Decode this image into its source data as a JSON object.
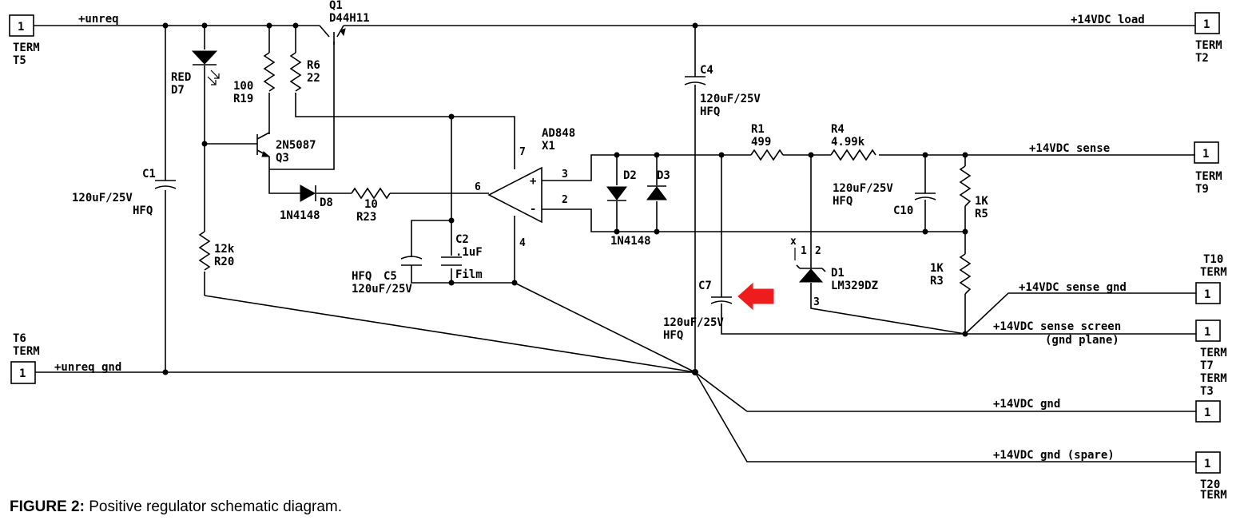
{
  "figure": {
    "caption_label": "FIGURE 2:",
    "caption_text": " Positive regulator schematic diagram."
  },
  "terminals": [
    {
      "id": "T5",
      "pin": "1",
      "term": "TERM",
      "name": "T5",
      "net": "+unreq"
    },
    {
      "id": "T6",
      "pin": "1",
      "term": "TERM",
      "name": "T6",
      "net": "+unreq gnd"
    },
    {
      "id": "T2",
      "pin": "1",
      "term": "TERM",
      "name": "T2",
      "net": "+14VDC load"
    },
    {
      "id": "T9",
      "pin": "1",
      "term": "TERM",
      "name": "T9",
      "net": "+14VDC sense"
    },
    {
      "id": "T10",
      "pin": "1",
      "term": "TERM",
      "name": "T10",
      "net": "+14VDC sense gnd"
    },
    {
      "id": "T7",
      "pin": "1",
      "term": "TERM",
      "name": "T7",
      "net": "+14VDC sense screen"
    },
    {
      "id": "T3",
      "pin": "1",
      "term": "TERM",
      "name": "T3",
      "net": "+14VDC gnd"
    },
    {
      "id": "T20",
      "pin": "1",
      "term": "TERM",
      "name": "T20",
      "net": "+14VDC gnd (spare)"
    }
  ],
  "net_notes": {
    "gnd_plane": "(gnd plane)"
  },
  "components": {
    "Q1": {
      "ref": "Q1",
      "part": "D44H11"
    },
    "Q3": {
      "ref": "Q3",
      "part": "2N5087"
    },
    "D7": {
      "ref": "D7",
      "part": "RED"
    },
    "R19": {
      "ref": "R19",
      "value": "100"
    },
    "R6": {
      "ref": "R6",
      "value": "22"
    },
    "C1": {
      "ref": "C1",
      "value": "120uF/25V",
      "type": "HFQ"
    },
    "R20": {
      "ref": "R20",
      "value": "12k"
    },
    "D8": {
      "ref": "D8",
      "part": "1N4148"
    },
    "R23": {
      "ref": "R23",
      "value": "10"
    },
    "C2": {
      "ref": "C2",
      "value": ".1uF",
      "type": "Film"
    },
    "C5": {
      "ref": "C5",
      "value": "120uF/25V",
      "type": "HFQ"
    },
    "X1": {
      "ref": "X1",
      "part": "AD848",
      "pins": [
        "7",
        "6",
        "4",
        "3",
        "2"
      ]
    },
    "D2": {
      "ref": "D2"
    },
    "D3": {
      "ref": "D3"
    },
    "D2D3": {
      "part": "1N4148"
    },
    "C4": {
      "ref": "C4",
      "value": "120uF/25V",
      "type": "HFQ"
    },
    "R1": {
      "ref": "R1",
      "value": "499"
    },
    "R4": {
      "ref": "R4",
      "value": "4.99k"
    },
    "C10": {
      "ref": "C10",
      "value": "120uF/25V",
      "type": "HFQ"
    },
    "R5": {
      "ref": "R5",
      "value": "1K"
    },
    "R3": {
      "ref": "R3",
      "value": "1K"
    },
    "D1": {
      "ref": "D1",
      "part": "LM329DZ",
      "pins": [
        "x",
        "1",
        "2",
        "3"
      ]
    },
    "C7": {
      "ref": "C7",
      "value": "120uF/25V",
      "type": "HFQ"
    }
  },
  "highlight": {
    "color": "#ee1c1c",
    "target": "C7"
  }
}
